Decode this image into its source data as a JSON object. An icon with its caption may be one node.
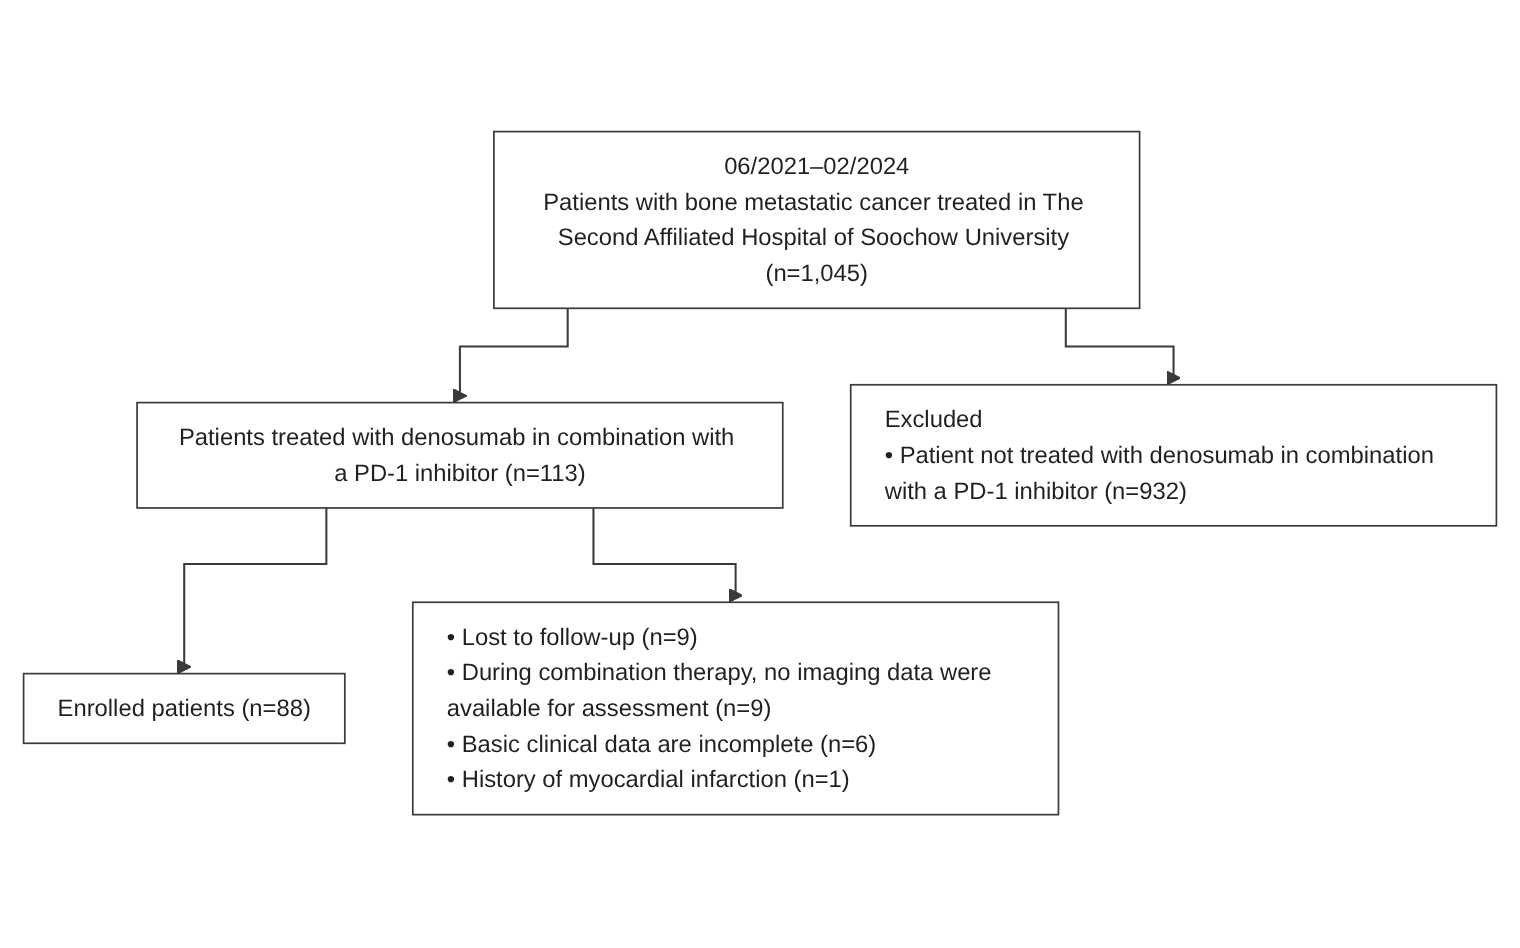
{
  "diagram": {
    "nodes": [
      {
        "text": [
          "06/2021–02/2024",
          "Patients with bone metastatic cancer treated in The Second Affiliated Hospital of Soochow University (n=1,045)"
        ]
      },
      {
        "text": [
          "Excluded",
          "• Patient not treated with denosumab in combination with a PD-1 inhibitor (n=932)"
        ]
      },
      {
        "text": [
          "Patients treated with denosumab in combination with a PD-1 inhibitor (n=113)"
        ]
      },
      {
        "text": [
          "• Lost to follow-up (n=9)",
          "• During combination therapy, no imaging data were available for assessment (n=9)",
          "• Basic clinical data are incomplete (n=6)",
          "• History of myocardial infarction (n=1)"
        ]
      },
      {
        "text": [
          "Enrolled patients (n=88)"
        ]
      }
    ],
    "edges": [
      {
        "from": 0,
        "to": 2,
        "arrow": "to"
      },
      {
        "from": 0,
        "to": 1,
        "arrow": "to"
      },
      {
        "from": 2,
        "to": 4,
        "arrow": "to"
      },
      {
        "from": 2,
        "to": 3,
        "arrow": "to"
      }
    ]
  }
}
